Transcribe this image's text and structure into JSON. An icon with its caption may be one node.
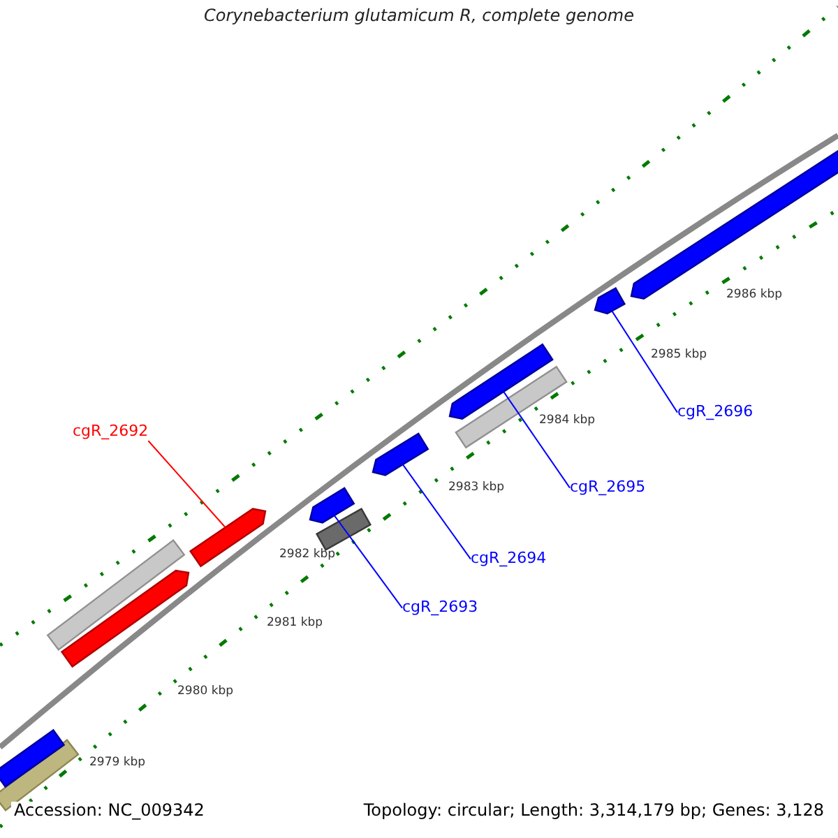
{
  "diagram": {
    "title": "Corynebacterium glutamicum R, complete genome",
    "nodes": [
      {
        "text": [
          "cgR_2692"
        ]
      },
      {
        "text": [
          "cgR_2693"
        ]
      },
      {
        "text": [
          "cgR_2694"
        ]
      },
      {
        "text": [
          "cgR_2695"
        ]
      },
      {
        "text": [
          "cgR_2696"
        ]
      },
      {
        "text": [],
        "shape": "bar"
      },
      {
        "text": [],
        "shape": "bar"
      },
      {
        "text": [],
        "shape": "bar"
      },
      {
        "text": [],
        "shape": "bar"
      },
      {
        "text": [],
        "shape": "bar"
      },
      {
        "text": [],
        "shape": "bar"
      },
      {
        "text": [],
        "shape": "bar"
      },
      {
        "text": [],
        "shape": "bar"
      },
      {
        "text": [],
        "shape": "bar"
      },
      {
        "text": [],
        "shape": "bar"
      },
      {
        "text": [],
        "shape": "bar"
      },
      {
        "text": [],
        "shape": "bar"
      }
    ],
    "edges": [
      {
        "from": 0,
        "to": 9,
        "arrow": "none",
        "color": "#ff0000"
      },
      {
        "from": 1,
        "to": 10,
        "arrow": "none"
      },
      {
        "from": 2,
        "to": 12,
        "arrow": "none"
      },
      {
        "from": 3,
        "to": 13,
        "arrow": "none"
      },
      {
        "from": 4,
        "to": 15,
        "arrow": "none"
      }
    ],
    "labels": [
      "2979 kbp",
      "2980 kbp",
      "2981 kbp",
      "2982 kbp",
      "2983 kbp",
      "2984 kbp",
      "2985 kbp",
      "2986 kbp",
      "Accession: NC_009342",
      "Topology: circular; Length: 3,314,179 bp; Genes: 3,128"
    ]
  }
}
